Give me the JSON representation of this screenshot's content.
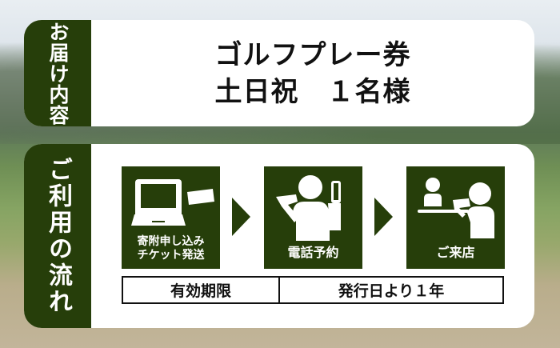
{
  "delivery": {
    "tab_label": "お届け内容",
    "lines": [
      "ゴルフプレー券",
      "土日祝　１名様"
    ]
  },
  "flow": {
    "tab_label": "ご利用の流れ",
    "steps": [
      {
        "label_line1": "寄附申し込み",
        "label_line2": "チケット発送",
        "icon": "laptop-ticket-icon"
      },
      {
        "label": "電話予約",
        "icon": "person-phone-icon"
      },
      {
        "label": "ご来店",
        "icon": "reception-counter-icon"
      }
    ],
    "validity": {
      "key": "有効期限",
      "value": "発行日より１年"
    }
  },
  "colors": {
    "accent_green": "#263e0a",
    "card_bg": "#ffffff",
    "text": "#111111"
  }
}
